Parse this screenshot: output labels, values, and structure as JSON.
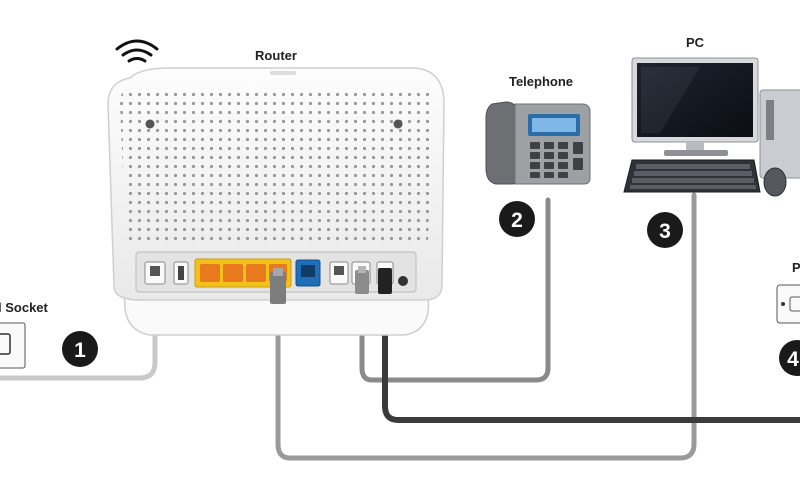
{
  "labels": {
    "router": "Router",
    "telephone": "Telephone",
    "pc": "PC",
    "wall_socket": "l Socket",
    "cut_label": "P"
  },
  "steps": [
    "1",
    "2",
    "3",
    "4"
  ],
  "colors": {
    "router_body": "#f4f4f4",
    "port_yellow": "#f2c21a",
    "port_orange": "#e8791c",
    "port_blue": "#1f6fb8",
    "cable_light": "#c9c9c9",
    "cable_mid": "#8a8a8a",
    "cable_dark": "#3b3b3b",
    "badge": "#1a1a1a"
  }
}
